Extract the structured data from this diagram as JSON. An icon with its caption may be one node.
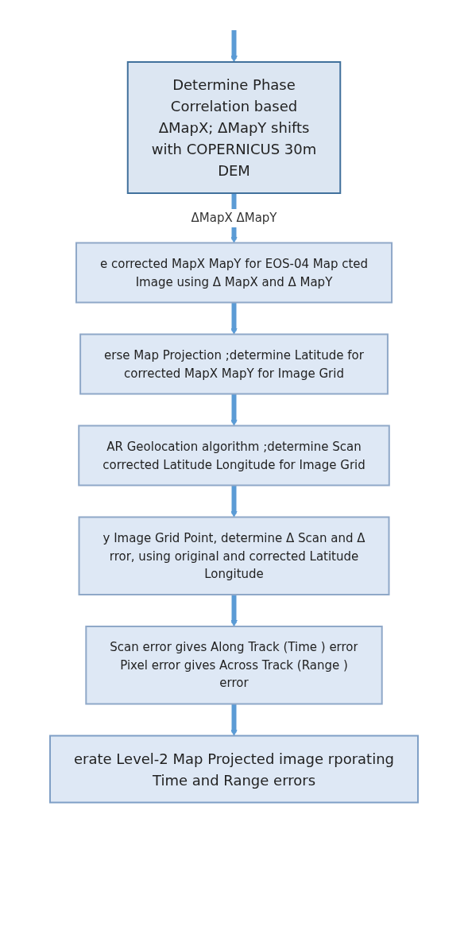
{
  "diagram": {
    "nodes": [
      {
        "text": [
          "Determine Phase Correlation based ΔMapX; ΔMapY shifts with COPERNICUS 30m DEM"
        ]
      },
      {
        "text": [
          "e corrected MapX MapY for EOS-04 Map cted Image using Δ MapX and Δ MapY"
        ]
      },
      {
        "text": [
          "erse Map Projection ;determine Latitude for corrected MapX MapY for Image Grid"
        ]
      },
      {
        "text": [
          "AR Geolocation algorithm ;determine Scan corrected Latitude Longitude for Image Grid"
        ]
      },
      {
        "text": [
          "y Image Grid Point, determine Δ Scan and Δ rror, using original and corrected Latitude Longitude"
        ]
      },
      {
        "text": [
          "Scan error gives Along Track (Time ) error Pixel error gives Across Track (Range ) error"
        ]
      },
      {
        "text": [
          "erate Level-2 Map Projected image rporating Time and Range errors"
        ]
      }
    ],
    "edges": [
      {
        "from": null,
        "to": 0,
        "arrow": "to"
      },
      {
        "from": 0,
        "to": 1,
        "arrow": "to",
        "label": "ΔMapX ΔMapY"
      },
      {
        "from": 1,
        "to": 2,
        "arrow": "to"
      },
      {
        "from": 2,
        "to": 3,
        "arrow": "to"
      },
      {
        "from": 3,
        "to": 4,
        "arrow": "to"
      },
      {
        "from": 4,
        "to": 5,
        "arrow": "to"
      },
      {
        "from": 5,
        "to": 6,
        "arrow": "to"
      }
    ]
  }
}
